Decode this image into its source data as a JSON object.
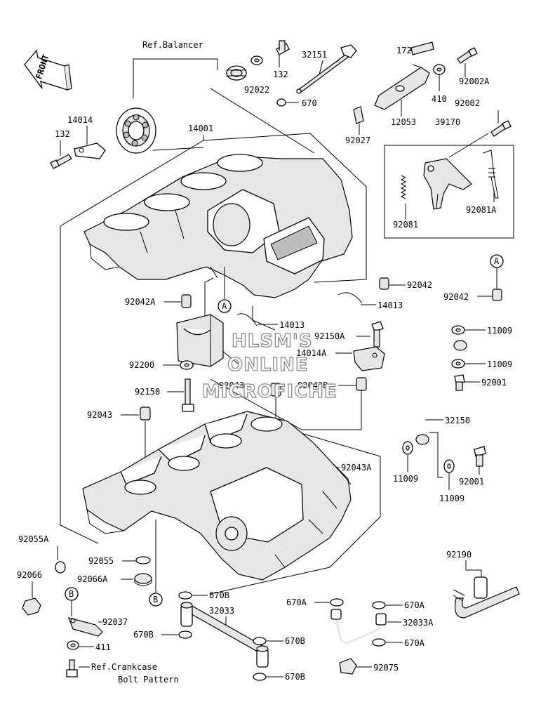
{
  "front_arrow": {
    "label": "FRONT"
  },
  "refs": {
    "balancer": "Ref.Balancer",
    "crankcase_line1": "Ref.Crankcase",
    "crankcase_line2": "Bolt Pattern"
  },
  "callouts": {
    "a": "A",
    "b": "B"
  },
  "watermark": {
    "line1": "HLSM'S",
    "line2": "ONLINE",
    "line3": "MICROFICHE"
  },
  "parts": {
    "p172": "172",
    "p32151": "32151",
    "p132_top": "132",
    "p92022": "92022",
    "p670": "670",
    "p12053": "12053",
    "p410": "410",
    "p92002A": "92002A",
    "p92002": "92002",
    "p92027": "92027",
    "p39170": "39170",
    "p92081": "92081",
    "p92081A": "92081A",
    "p14014": "14014",
    "p132_left": "132",
    "p14001": "14001",
    "p92042_mid": "92042",
    "p92042_right": "92042",
    "p14013_r": "14013",
    "p14013_l": "14013",
    "p92042A": "92042A",
    "p92150A": "92150A",
    "p14014A": "14014A",
    "p11009_1": "11009",
    "p11009_2": "11009",
    "p92001_1": "92001",
    "p92200": "92200",
    "p92150": "92150",
    "p92043_mid": "92043",
    "p92043B": "92043B",
    "p92043_left": "92043",
    "p32150": "32150",
    "p11009_3": "11009",
    "p11009_4": "11009",
    "p92001_2": "92001",
    "p92043A": "92043A",
    "p92055A": "92055A",
    "p92066": "92066",
    "p92055": "92055",
    "p92066A": "92066A",
    "p92190": "92190",
    "p670B_1": "670B",
    "p32033": "32033",
    "p670B_2": "670B",
    "p670B_3": "670B",
    "p670B_4": "670B",
    "p670A_1": "670A",
    "p670A_2": "670A",
    "p32033A": "32033A",
    "p670A_3": "670A",
    "p92075": "92075",
    "p92037": "92037",
    "p411": "411"
  }
}
